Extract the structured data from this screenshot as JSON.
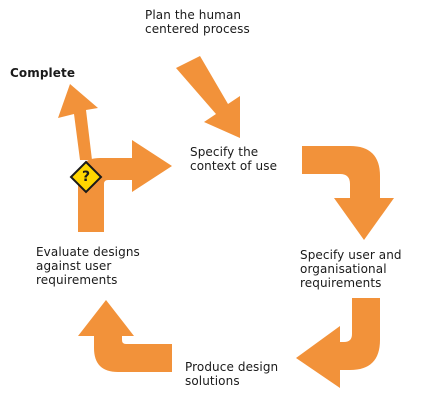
{
  "diagram": {
    "steps": {
      "plan": "Plan the human\ncentered process",
      "specify_context": "Specify the\ncontext of use",
      "specify_requirements": "Specify user and\norganisational\nrequirements",
      "produce": "Produce design\nsolutions",
      "evaluate": "Evaluate designs\nagainst user\nrequirements"
    },
    "exit_label": "Complete",
    "decision_symbol": "?",
    "colors": {
      "arrow": "#f2923a",
      "decision_fill": "#ffd600",
      "decision_stroke": "#1a1a1a"
    }
  }
}
